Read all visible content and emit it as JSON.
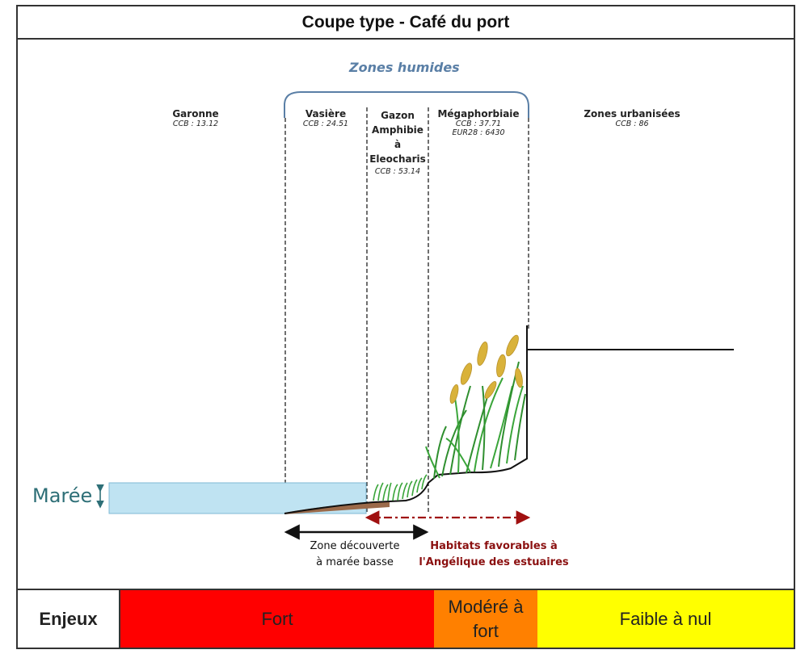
{
  "title": "Coupe type - Café du port",
  "zones_humides": "Zones humides",
  "zones": [
    {
      "name": "Garonne",
      "code": "CCB : 13.12"
    },
    {
      "name": "Vasière",
      "code": "CCB : 24.51"
    },
    {
      "name": "Gazon Amphibie à Eleocharis",
      "name_lines": [
        "Gazon",
        "Amphibie",
        "à",
        "Eleocharis"
      ],
      "code": "CCB : 53.14"
    },
    {
      "name": "Mégaphorbiaie",
      "code": "CCB : 37.71",
      "code2": "EUR28 : 6430"
    },
    {
      "name": "Zones urbanisées",
      "code": "CCB : 86"
    }
  ],
  "maree_label": "Marée",
  "zone_decouverte": [
    "Zone découverte",
    "à marée basse"
  ],
  "habitats": [
    "Habitats favorables à",
    "l'Angélique des estuaires"
  ],
  "enjeux": {
    "label": "Enjeux",
    "levels": [
      {
        "text": "Fort",
        "color": "#ff0000"
      },
      {
        "text": "Modéré à fort",
        "lines": [
          "Modéré à",
          "fort"
        ],
        "color": "#ff8000"
      },
      {
        "text": "Faible à nul",
        "color": "#ffff00"
      }
    ]
  },
  "colors": {
    "water": "#bfe3f2",
    "mud": "#9b6a4a",
    "grass": "#3aa53a",
    "reed": "#d9b23a",
    "maree_text": "#2e6f77",
    "zones_humides_text": "#5a7fa6",
    "habitat_arrow": "#8b1010"
  }
}
